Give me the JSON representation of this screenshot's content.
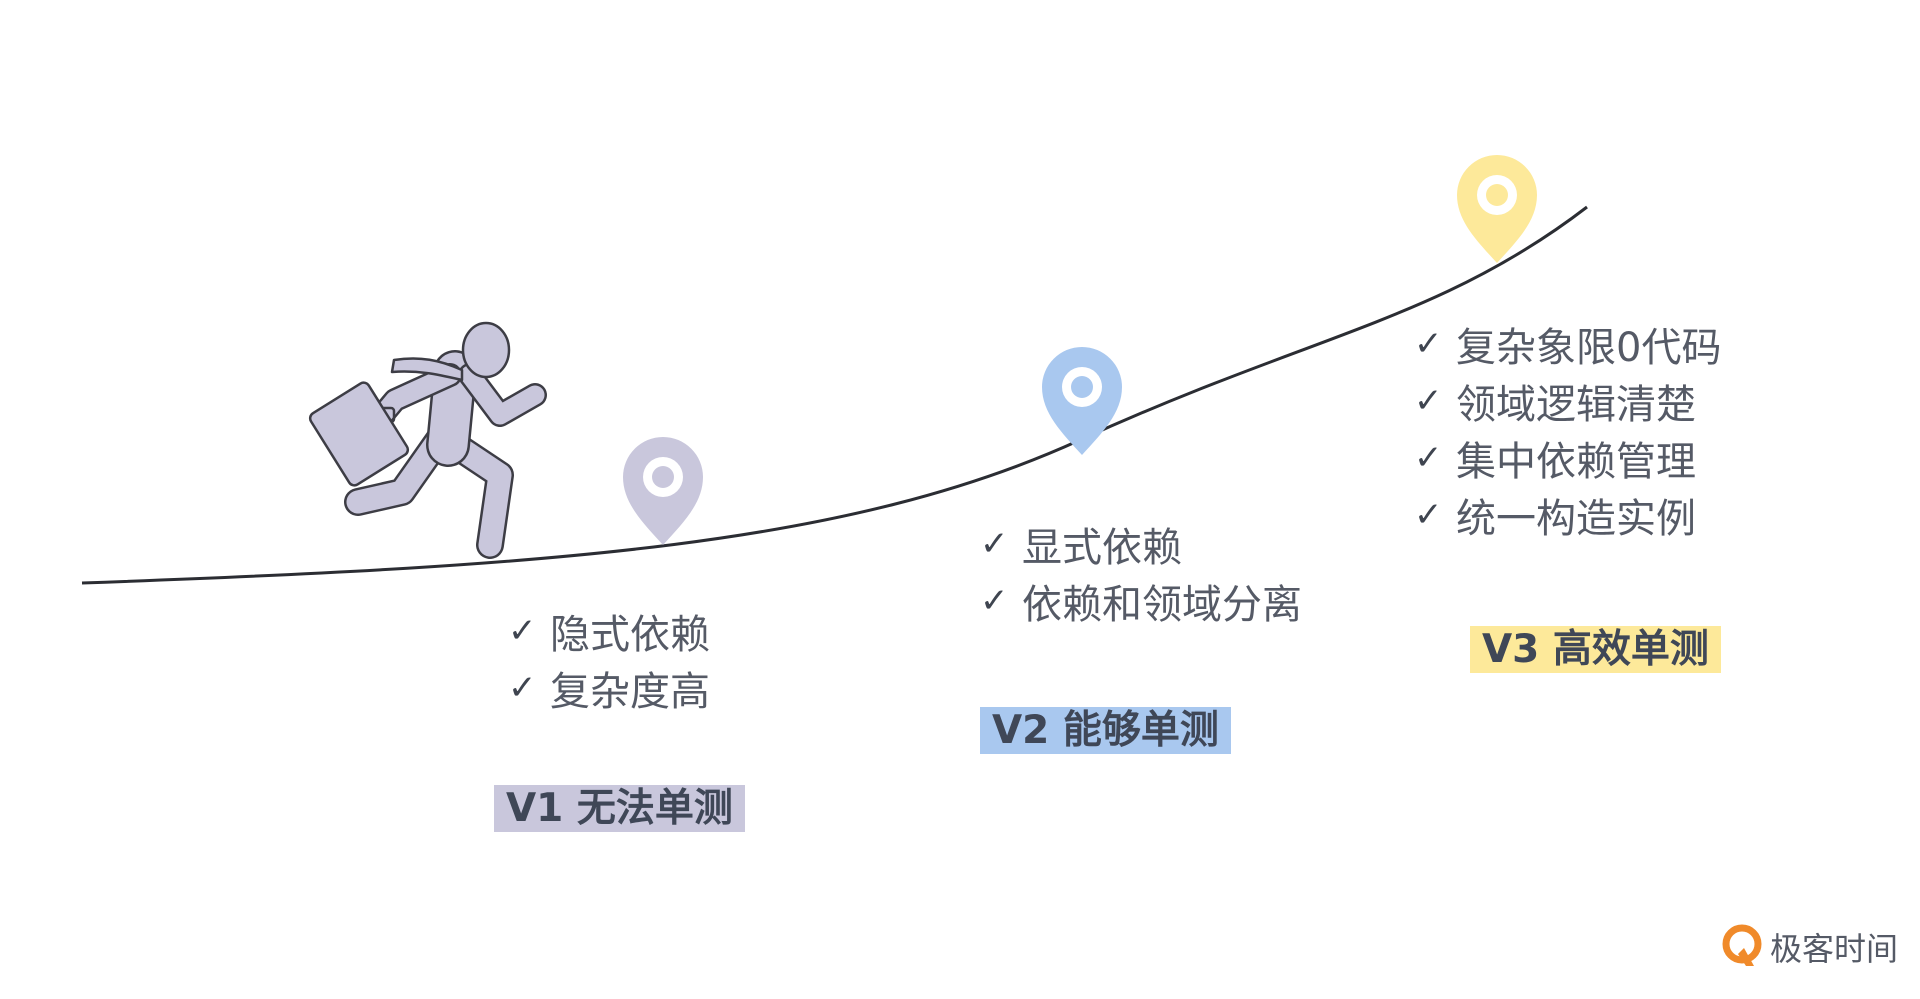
{
  "stages": [
    {
      "id": "v1",
      "label": "V1 无法单测",
      "color": "#c9c7dc",
      "items": [
        "隐式依赖",
        "复杂度高"
      ]
    },
    {
      "id": "v2",
      "label": "V2 能够单测",
      "color": "#a9c8ef",
      "items": [
        "显式依赖",
        "依赖和领域分离"
      ]
    },
    {
      "id": "v3",
      "label": "V3 高效单测",
      "color": "#fde99a",
      "items": [
        "复杂象限0代码",
        "领域逻辑清楚",
        "集中依赖管理",
        "统一构造实例"
      ]
    }
  ],
  "check_mark": "✓",
  "logo": {
    "text": "极客时间",
    "color": "#f08a2a"
  }
}
